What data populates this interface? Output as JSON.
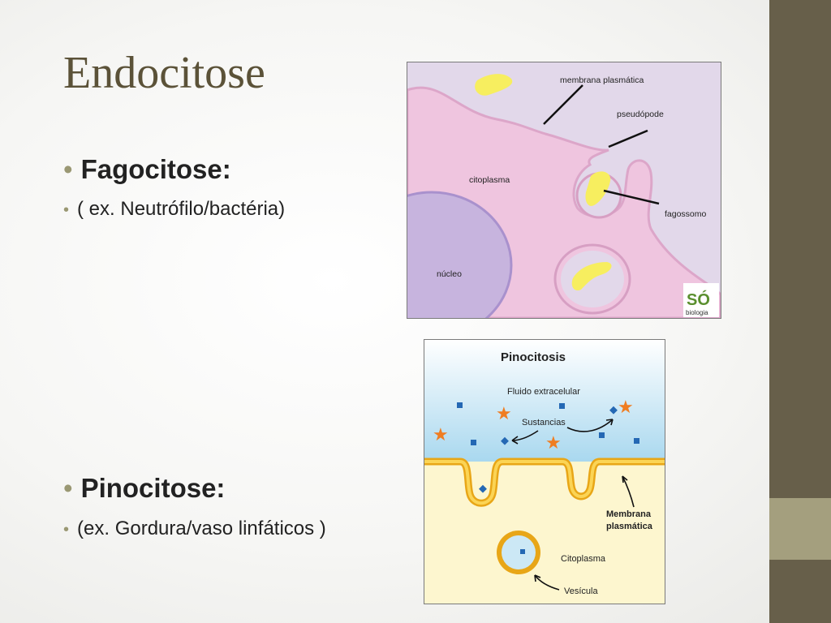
{
  "slide": {
    "title": "Endocitose",
    "bullets": [
      {
        "heading": "Fagocitose:",
        "sub": "( ex. Neutrófilo/bactéria)"
      },
      {
        "heading": "Pinocitose:",
        "sub": "(ex. Gordura/vaso linfáticos )"
      }
    ]
  },
  "fagocitose_figure": {
    "labels": {
      "membrana": "membrana plasmática",
      "pseudopode": "pseudópode",
      "citoplasma": "citoplasma",
      "fagossomo": "fagossomo",
      "nucleo": "núcleo"
    },
    "logo": {
      "mark": "SÓ",
      "text": "biologia"
    }
  },
  "pinocitose_figure": {
    "title": "Pinocitosis",
    "labels": {
      "fluido": "Fluido extracelular",
      "sustancias": "Sustancias",
      "membrana_line1": "Membrana",
      "membrana_line2": "plasmática",
      "citoplasma": "Citoplasma",
      "vesicula": "Vesícula"
    }
  },
  "colors": {
    "sidebar": "#675f4a",
    "sidebar_accent": "#a49f7e",
    "title": "#5b5238",
    "bullet": "#9a9873"
  }
}
